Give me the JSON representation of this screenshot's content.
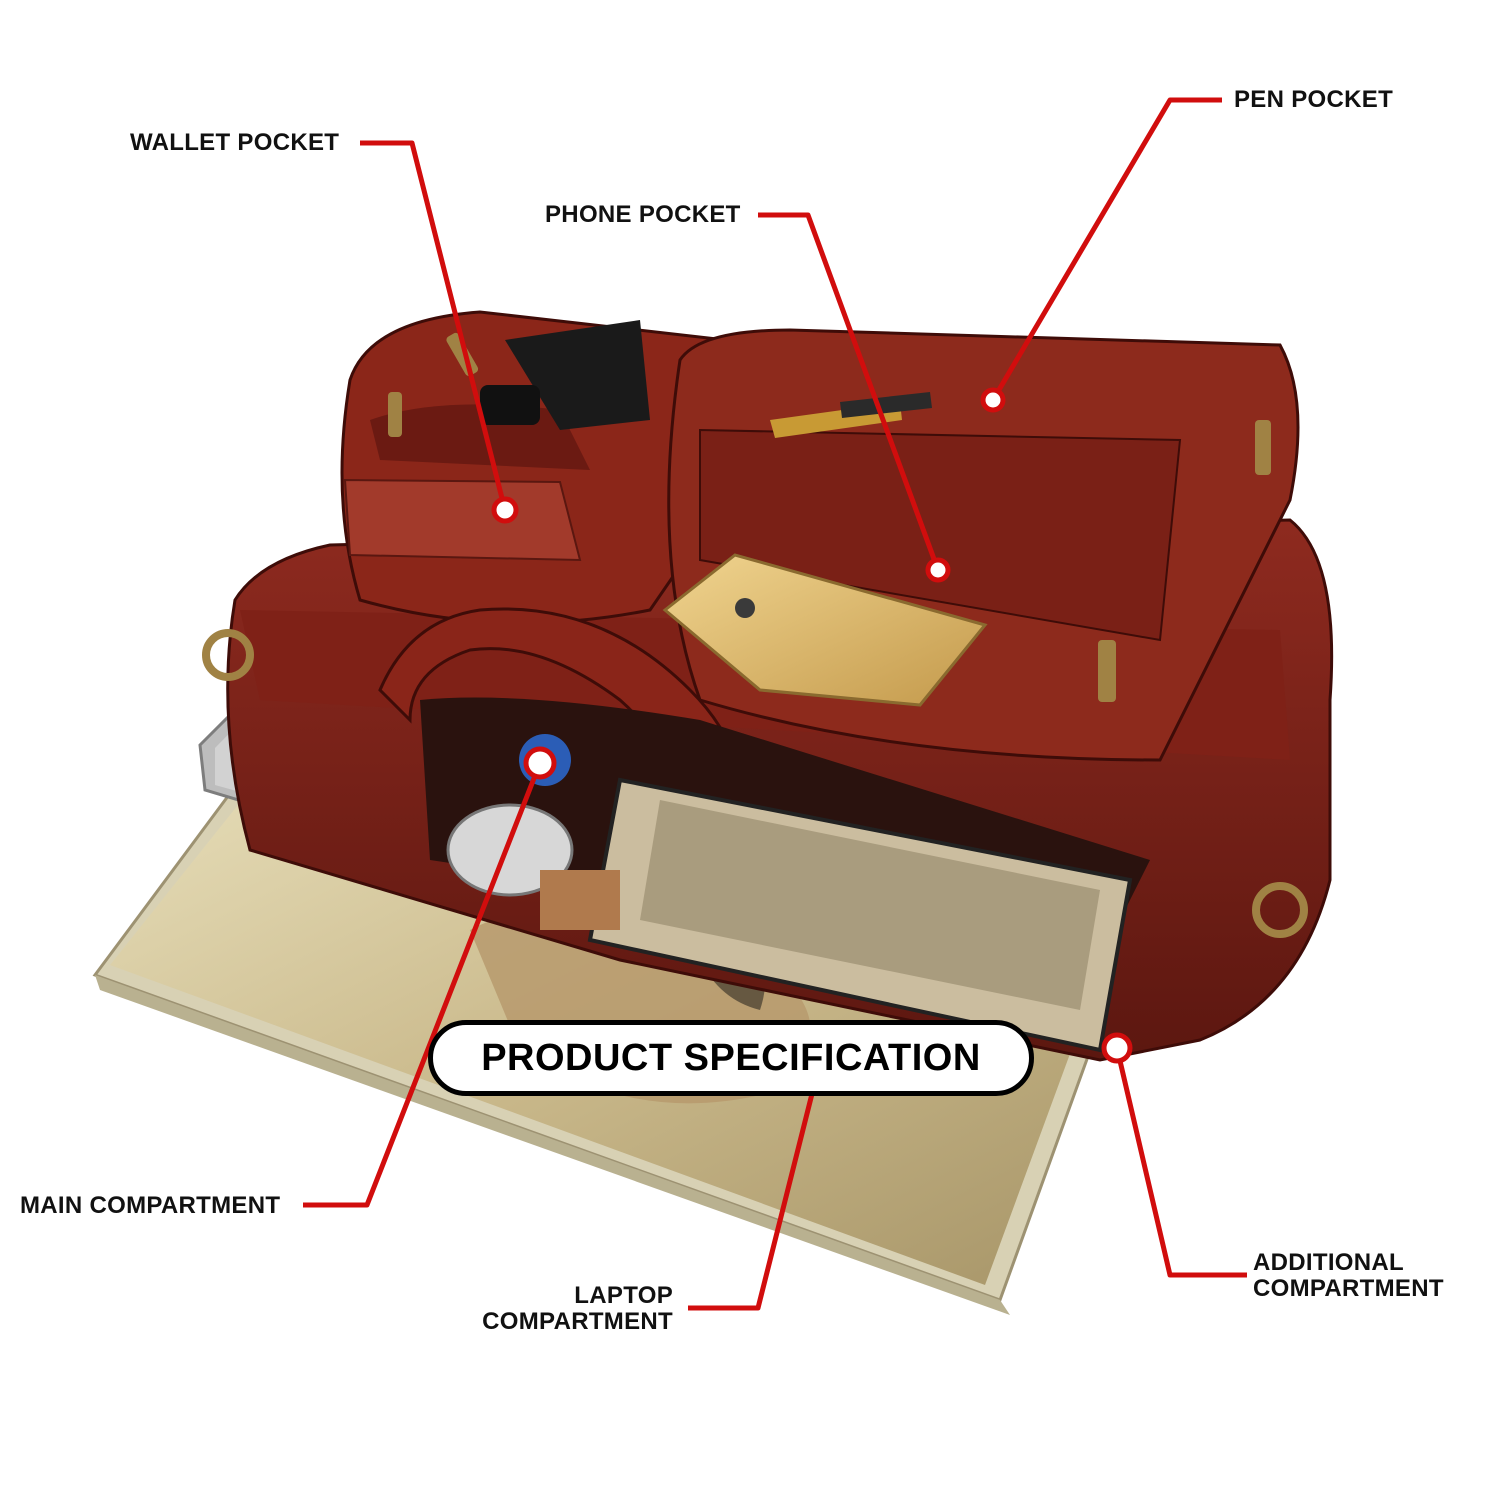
{
  "callouts": {
    "wallet_pocket": "WALLET POCKET",
    "phone_pocket": "PHONE POCKET",
    "pen_pocket": "PEN POCKET",
    "main_compartment": "MAIN COMPARTMENT",
    "laptop_compartment_line1": "LAPTOP",
    "laptop_compartment_line2": "COMPARTMENT",
    "additional_compartment_line1": "ADDITIONAL",
    "additional_compartment_line2": "COMPARTMENT"
  },
  "badge": {
    "text": "PRODUCT SPECIFICATION"
  },
  "colors": {
    "callout_line": "#d10d0d",
    "leather": "#7a1f17",
    "leather_dark": "#4a0f0b",
    "laptop": "#cfc39a",
    "phone": "#d9b56a"
  }
}
